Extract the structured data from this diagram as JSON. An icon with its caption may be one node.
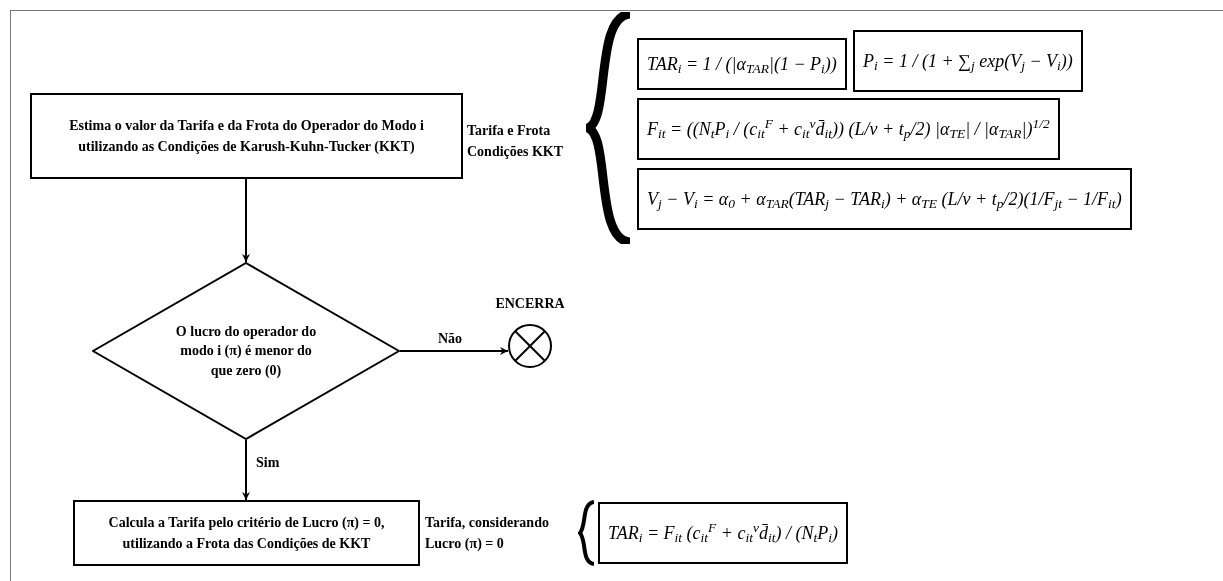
{
  "diagram": {
    "nodes": [
      {
        "text": [
          "Estima o valor da Tarifa e da Frota do Operador do Modo i utilizando as Condições de Karush-Kuhn-Tucker (KKT)"
        ]
      },
      {
        "text": [
          "O lucro do operador do modo i (π) é menor do que zero (0)"
        ]
      },
      {
        "text": [
          "ENCERRA"
        ]
      },
      {
        "text": [
          "Calcula a Tarifa pelo critério de Lucro (π) = 0, utilizando a Frota das Condições de KKT"
        ]
      },
      {
        "text": [
          "TAR$_{i}$ = 1 / (|α$_{TAR}$|(1 − P$_{i}$))"
        ]
      },
      {
        "text": [
          "P$_{i}$ = 1 / (1 + ∑$_{j}$ exp(V$_{j}$ − V$_{i}$))"
        ]
      },
      {
        "text": [
          "F$_{it}$ = ((N$_{t}$P$_{i}$ / (c$_{it}$$^{F}$ + c$_{it}$$^{v}$d̄$_{it}$)) (L/v + t$_{p}$/2) |α$_{TE}$| / |α$_{TAR}$|)$^{1/2}$"
        ]
      },
      {
        "text": [
          "V$_{j}$ − V$_{i}$ = α$_{0}$ + α$_{TAR}$(TAR$_{j}$ − TAR$_{i}$) + α$_{TE}$ (L/v + t$_{p}$/2)(1/F$_{jt}$ − 1/F$_{it}$)"
        ]
      },
      {
        "text": [
          "TAR$_{i}$ = F$_{it}$ (c$_{it}$$^{F}$ + c$_{it}$$^{v}$d̄$_{it}$) / (N$_{t}$P$_{i}$)"
        ]
      }
    ],
    "edges": [
      {
        "from": 0,
        "to": 1,
        "arrow": "to"
      },
      {
        "from": 1,
        "to": 2,
        "arrow": "to",
        "label": "Não"
      },
      {
        "from": 1,
        "to": 3,
        "arrow": "to",
        "label": "Sim"
      }
    ],
    "labels": [
      "Tarifa e Frota Condições KKT",
      "Tarifa, considerando Lucro (π) = 0"
    ]
  }
}
